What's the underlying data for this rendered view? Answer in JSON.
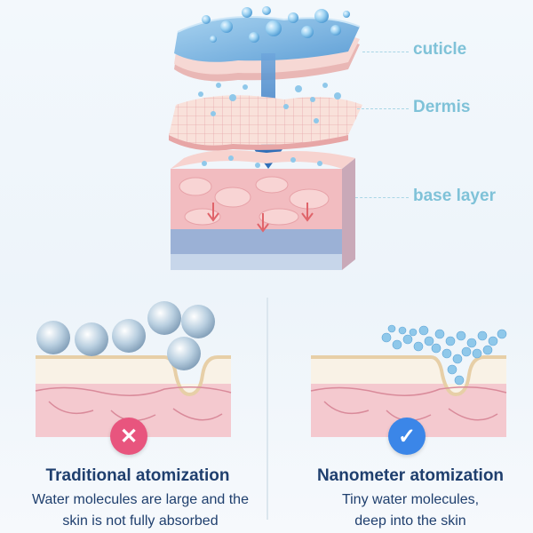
{
  "layers": [
    {
      "label": "cuticle"
    },
    {
      "label": "Dermis"
    },
    {
      "label": "base layer"
    }
  ],
  "panels": [
    {
      "title": "Traditional atomization",
      "description_lines": [
        "Water molecules are large and the",
        "skin is not fully absorbed"
      ],
      "badge_icon": "cross-icon",
      "badge_color": "#e8557e"
    },
    {
      "title": "Nanometer atomization",
      "description_lines": [
        "Tiny water molecules,",
        "deep into the skin"
      ],
      "badge_icon": "check-icon",
      "badge_color": "#3b86e8"
    }
  ],
  "colors": {
    "label_color": "#7fc2d8",
    "title_color": "#1f3f6e",
    "skin_pink": "#f2bcc0",
    "water_blue": "#8fc8ea"
  }
}
